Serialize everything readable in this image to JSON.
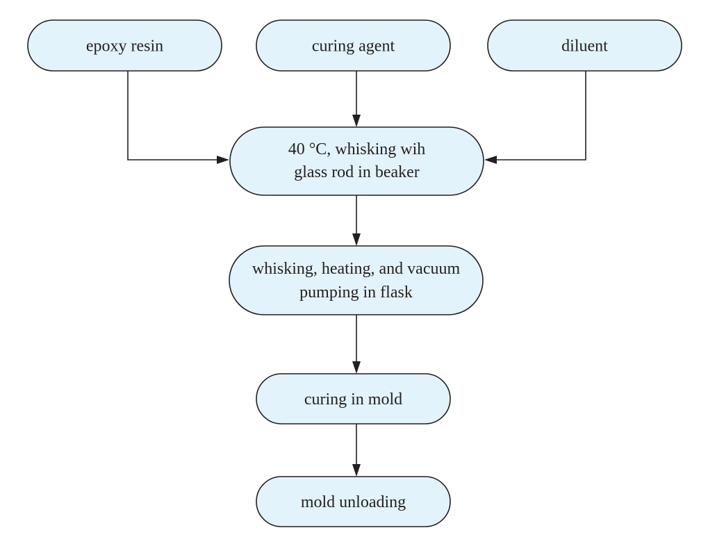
{
  "diagram": {
    "type": "flowchart",
    "colors": {
      "box_fill": "#e3f3fb",
      "stroke": "#231f20",
      "text": "#231f20"
    },
    "nodes": {
      "epoxy_resin": {
        "lines": [
          "epoxy resin"
        ]
      },
      "curing_agent": {
        "lines": [
          "curing agent"
        ]
      },
      "diluent": {
        "lines": [
          "diluent"
        ]
      },
      "mix_beaker": {
        "lines": [
          "40 °C, whisking wih",
          "glass rod in beaker"
        ]
      },
      "vacuum_flask": {
        "lines": [
          "whisking, heating, and vacuum",
          "pumping in flask"
        ]
      },
      "curing_mold": {
        "lines": [
          "curing in mold"
        ]
      },
      "mold_unloading": {
        "lines": [
          "mold unloading"
        ]
      }
    },
    "edges": [
      {
        "from": "epoxy_resin",
        "to": "mix_beaker"
      },
      {
        "from": "curing_agent",
        "to": "mix_beaker"
      },
      {
        "from": "diluent",
        "to": "mix_beaker"
      },
      {
        "from": "mix_beaker",
        "to": "vacuum_flask"
      },
      {
        "from": "vacuum_flask",
        "to": "curing_mold"
      },
      {
        "from": "curing_mold",
        "to": "mold_unloading"
      }
    ]
  }
}
